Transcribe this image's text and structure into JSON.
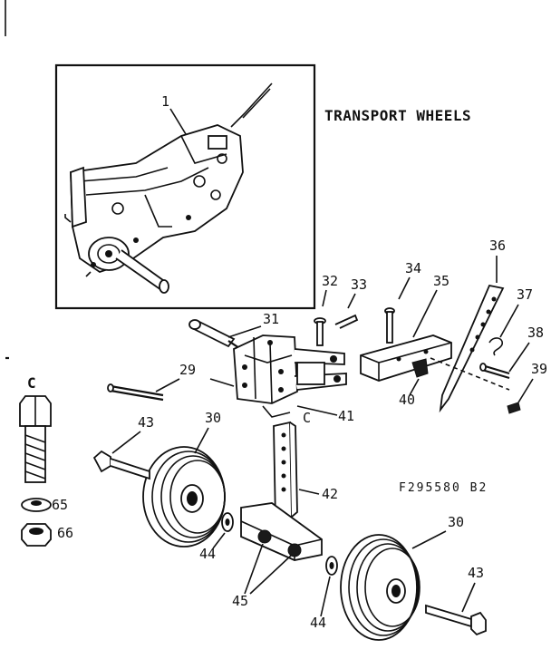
{
  "title": "TRANSPORT WHEELS",
  "figure_code": "F295580   B2",
  "hardware_label": "C",
  "callouts": {
    "p1": "1",
    "p29": "29",
    "p30a": "30",
    "p30b": "30",
    "p31": "31",
    "p32": "32",
    "p33": "33",
    "p34": "34",
    "p35": "35",
    "p36": "36",
    "p37": "37",
    "p38": "38",
    "p39": "39",
    "p40": "40",
    "p41": "41",
    "p41c": "C",
    "p42": "42",
    "p43a": "43",
    "p43b": "43",
    "p44a": "44",
    "p44b": "44",
    "p45": "45",
    "p65": "65",
    "p66": "66"
  }
}
